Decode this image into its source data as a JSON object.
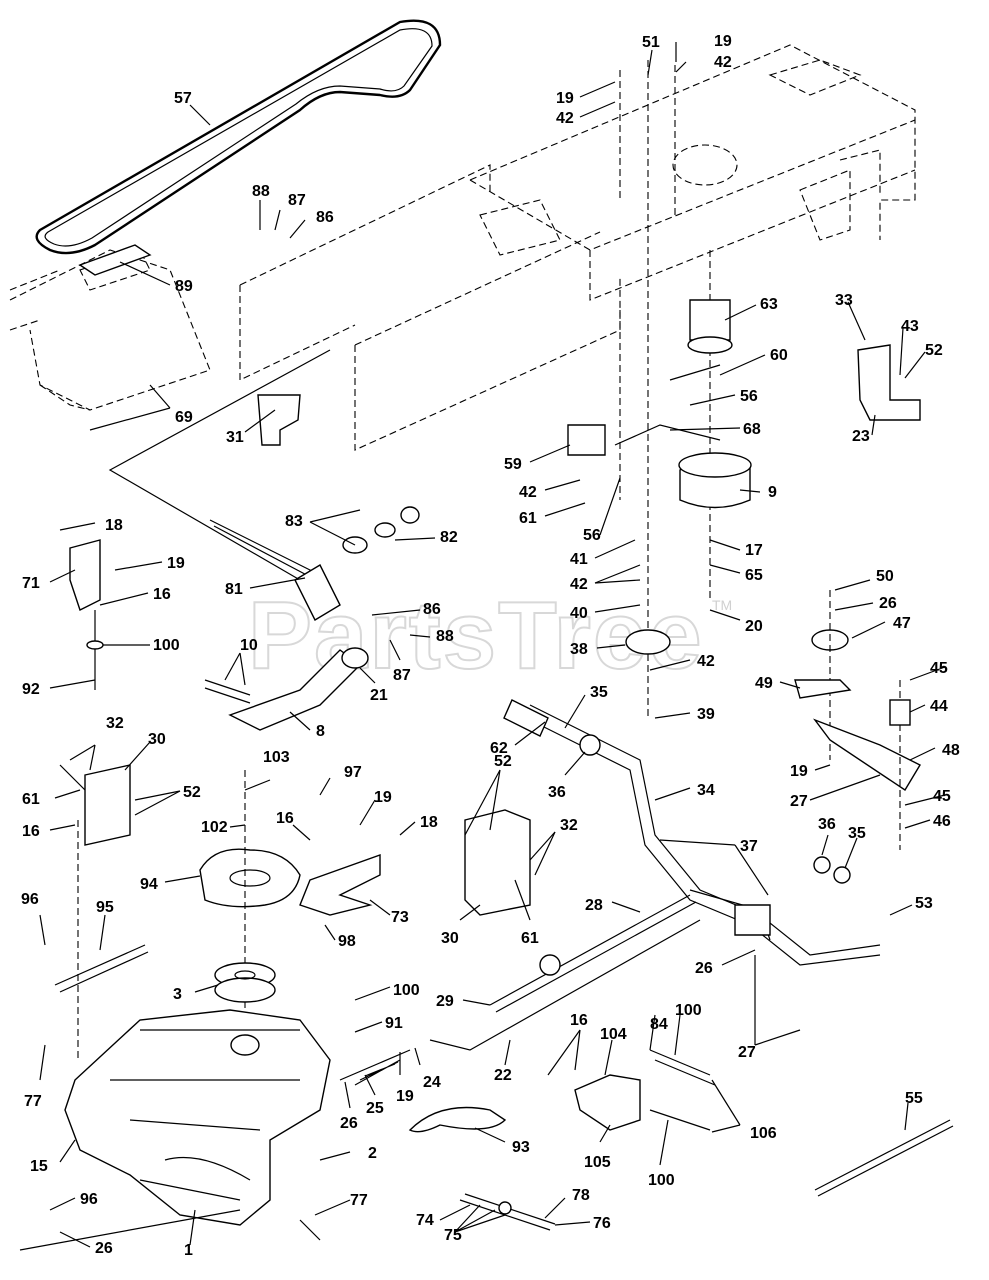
{
  "watermark": {
    "text": "PartsTree",
    "tm": "TM"
  },
  "callouts": [
    "57",
    "19",
    "51",
    "42",
    "19",
    "42",
    "88",
    "87",
    "86",
    "89",
    "69",
    "31",
    "63",
    "33",
    "43",
    "52",
    "60",
    "56",
    "68",
    "23",
    "59",
    "42",
    "61",
    "56",
    "9",
    "17",
    "65",
    "20",
    "18",
    "19",
    "16",
    "71",
    "100",
    "92",
    "83",
    "82",
    "81",
    "86",
    "88",
    "87",
    "10",
    "21",
    "8",
    "41",
    "42",
    "40",
    "38",
    "42",
    "39",
    "50",
    "26",
    "47",
    "45",
    "44",
    "49",
    "48",
    "19",
    "27",
    "45",
    "46",
    "35",
    "62",
    "36",
    "34",
    "103",
    "97",
    "19",
    "18",
    "16",
    "102",
    "32",
    "30",
    "52",
    "61",
    "16",
    "94",
    "73",
    "98",
    "52",
    "32",
    "30",
    "61",
    "36",
    "35",
    "37",
    "28",
    "53",
    "96",
    "95",
    "26",
    "27",
    "100",
    "91",
    "3",
    "29",
    "22",
    "84",
    "100",
    "16",
    "104",
    "77",
    "24",
    "19",
    "25",
    "26",
    "106",
    "105",
    "100",
    "93",
    "15",
    "2",
    "55",
    "96",
    "77",
    "78",
    "74",
    "75",
    "76",
    "26",
    "1"
  ]
}
